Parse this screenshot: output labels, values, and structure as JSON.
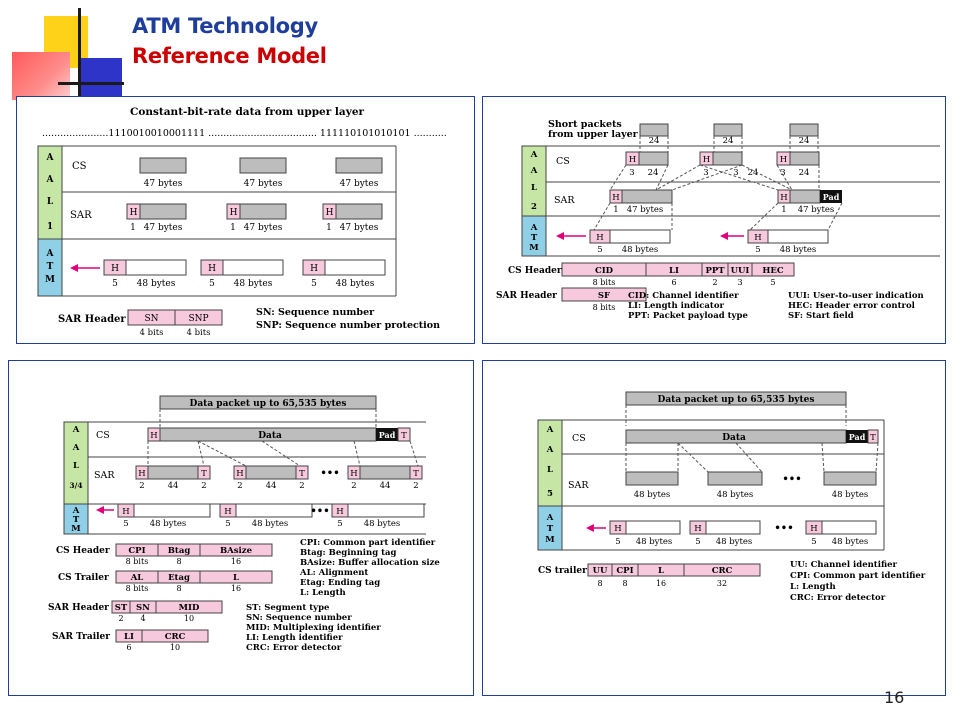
{
  "header": {
    "title_line1": "ATM Technology",
    "title_line2": "Reference Model",
    "page_number": "16"
  },
  "colors": {
    "title_blue": "#1f3e9c",
    "title_red": "#cc0000",
    "aal_green": "#c6e6a6",
    "atm_cyan": "#8fd0e6",
    "field_pink": "#f7c9dc",
    "gray_bar": "#bdbdbd",
    "pad_black": "#111111",
    "arrow_magenta": "#e2007a",
    "frame_blue": "#1f3e9c"
  },
  "aal1": {
    "top_label": "Constant-bit-rate data from upper layer",
    "bitstream": "......................1110010010001111 ....................................  111110101010101 ...........",
    "aal_letters": [
      "A",
      "A",
      "L",
      "1"
    ],
    "atm_letters": [
      "A",
      "T",
      "M"
    ],
    "cs_label": "CS",
    "sar_label": "SAR",
    "h": "H",
    "one": "1",
    "five": "5",
    "b47": "47 bytes",
    "b48": "48 bytes",
    "sar_header_label": "SAR Header",
    "fields": [
      {
        "name": "SN",
        "bits": "4 bits"
      },
      {
        "name": "SNP",
        "bits": "4 bits"
      }
    ],
    "legend": [
      "SN: Sequence number",
      "SNP: Sequence number protection"
    ]
  },
  "aal2": {
    "short_packets_line1": "Short packets",
    "short_packets_line2": "from upper layer",
    "aal_letters": [
      "A",
      "A",
      "L",
      "2"
    ],
    "atm_letters": [
      "A",
      "T",
      "M"
    ],
    "cs_label": "CS",
    "sar_label": "SAR",
    "h": "H",
    "n24": "24",
    "n3": "3",
    "n1": "1",
    "n5": "5",
    "pad": "Pad",
    "b47": "47 bytes",
    "b48": "48 bytes",
    "cs_header_label": "CS Header",
    "cs_fields": [
      {
        "name": "CID",
        "bits": "8 bits"
      },
      {
        "name": "LI",
        "bits": "6"
      },
      {
        "name": "PPT",
        "bits": "2"
      },
      {
        "name": "UUI",
        "bits": "3"
      },
      {
        "name": "HEC",
        "bits": "5"
      }
    ],
    "sar_header_label": "SAR Header",
    "sar_fields": [
      {
        "name": "SF",
        "bits": "8 bits"
      }
    ],
    "legend_left": [
      "CID: Channel identifier",
      "LI: Length indicator",
      "PPT: Packet payload type"
    ],
    "legend_right": [
      "UUI: User-to-user indication",
      "HEC: Header error control",
      "SF: Start field"
    ]
  },
  "aal34": {
    "data_packet": "Data packet up to 65,535 bytes",
    "aal_letters": [
      "A",
      "A",
      "L",
      "3/4"
    ],
    "atm_letters": [
      "A",
      "T",
      "M"
    ],
    "cs_label": "CS",
    "sar_label": "SAR",
    "h": "H",
    "t": "T",
    "data": "Data",
    "pad": "Pad",
    "n2": "2",
    "n44": "44",
    "n5": "5",
    "b48": "48 bytes",
    "dots": "•••",
    "cs_header_label": "CS Header",
    "cs_header_fields": [
      {
        "name": "CPI",
        "bits": "8 bits"
      },
      {
        "name": "Btag",
        "bits": "8"
      },
      {
        "name": "BAsize",
        "bits": "16"
      }
    ],
    "cs_trailer_label": "CS Trailer",
    "cs_trailer_fields": [
      {
        "name": "AL",
        "bits": "8 bits"
      },
      {
        "name": "Etag",
        "bits": "8"
      },
      {
        "name": "L",
        "bits": "16"
      }
    ],
    "sar_header_label": "SAR Header",
    "sar_header_fields": [
      {
        "name": "ST",
        "bits": "2"
      },
      {
        "name": "SN",
        "bits": "4"
      },
      {
        "name": "MID",
        "bits": "10"
      }
    ],
    "sar_trailer_label": "SAR Trailer",
    "sar_trailer_fields": [
      {
        "name": "LI",
        "bits": "6"
      },
      {
        "name": "CRC",
        "bits": "10"
      }
    ],
    "legend_top": [
      "CPI: Common part identifier",
      "Btag: Beginning tag",
      "BAsize: Buffer allocation size",
      "AL: Alignment",
      "Etag: Ending tag",
      "L: Length"
    ],
    "legend_bottom": [
      "ST: Segment type",
      "SN: Sequence number",
      "MID: Multiplexing identifier",
      "LI: Length identifier",
      "CRC:  Error detector"
    ]
  },
  "aal5": {
    "data_packet": "Data packet up to 65,535 bytes",
    "aal_letters": [
      "A",
      "A",
      "L",
      "5"
    ],
    "atm_letters": [
      "A",
      "T",
      "M"
    ],
    "cs_label": "CS",
    "sar_label": "SAR",
    "h": "H",
    "t": "T",
    "data": "Data",
    "pad": "Pad",
    "n5": "5",
    "b48": "48 bytes",
    "dots": "•••",
    "cs_trailer_label": "CS trailer",
    "cs_trailer_fields": [
      {
        "name": "UU",
        "bits": "8"
      },
      {
        "name": "CPI",
        "bits": "8"
      },
      {
        "name": "L",
        "bits": "16"
      },
      {
        "name": "CRC",
        "bits": "32"
      }
    ],
    "legend": [
      "UU: Channel identifier",
      "CPI: Common part identifier",
      "L: Length",
      "CRC: Error detector"
    ]
  }
}
